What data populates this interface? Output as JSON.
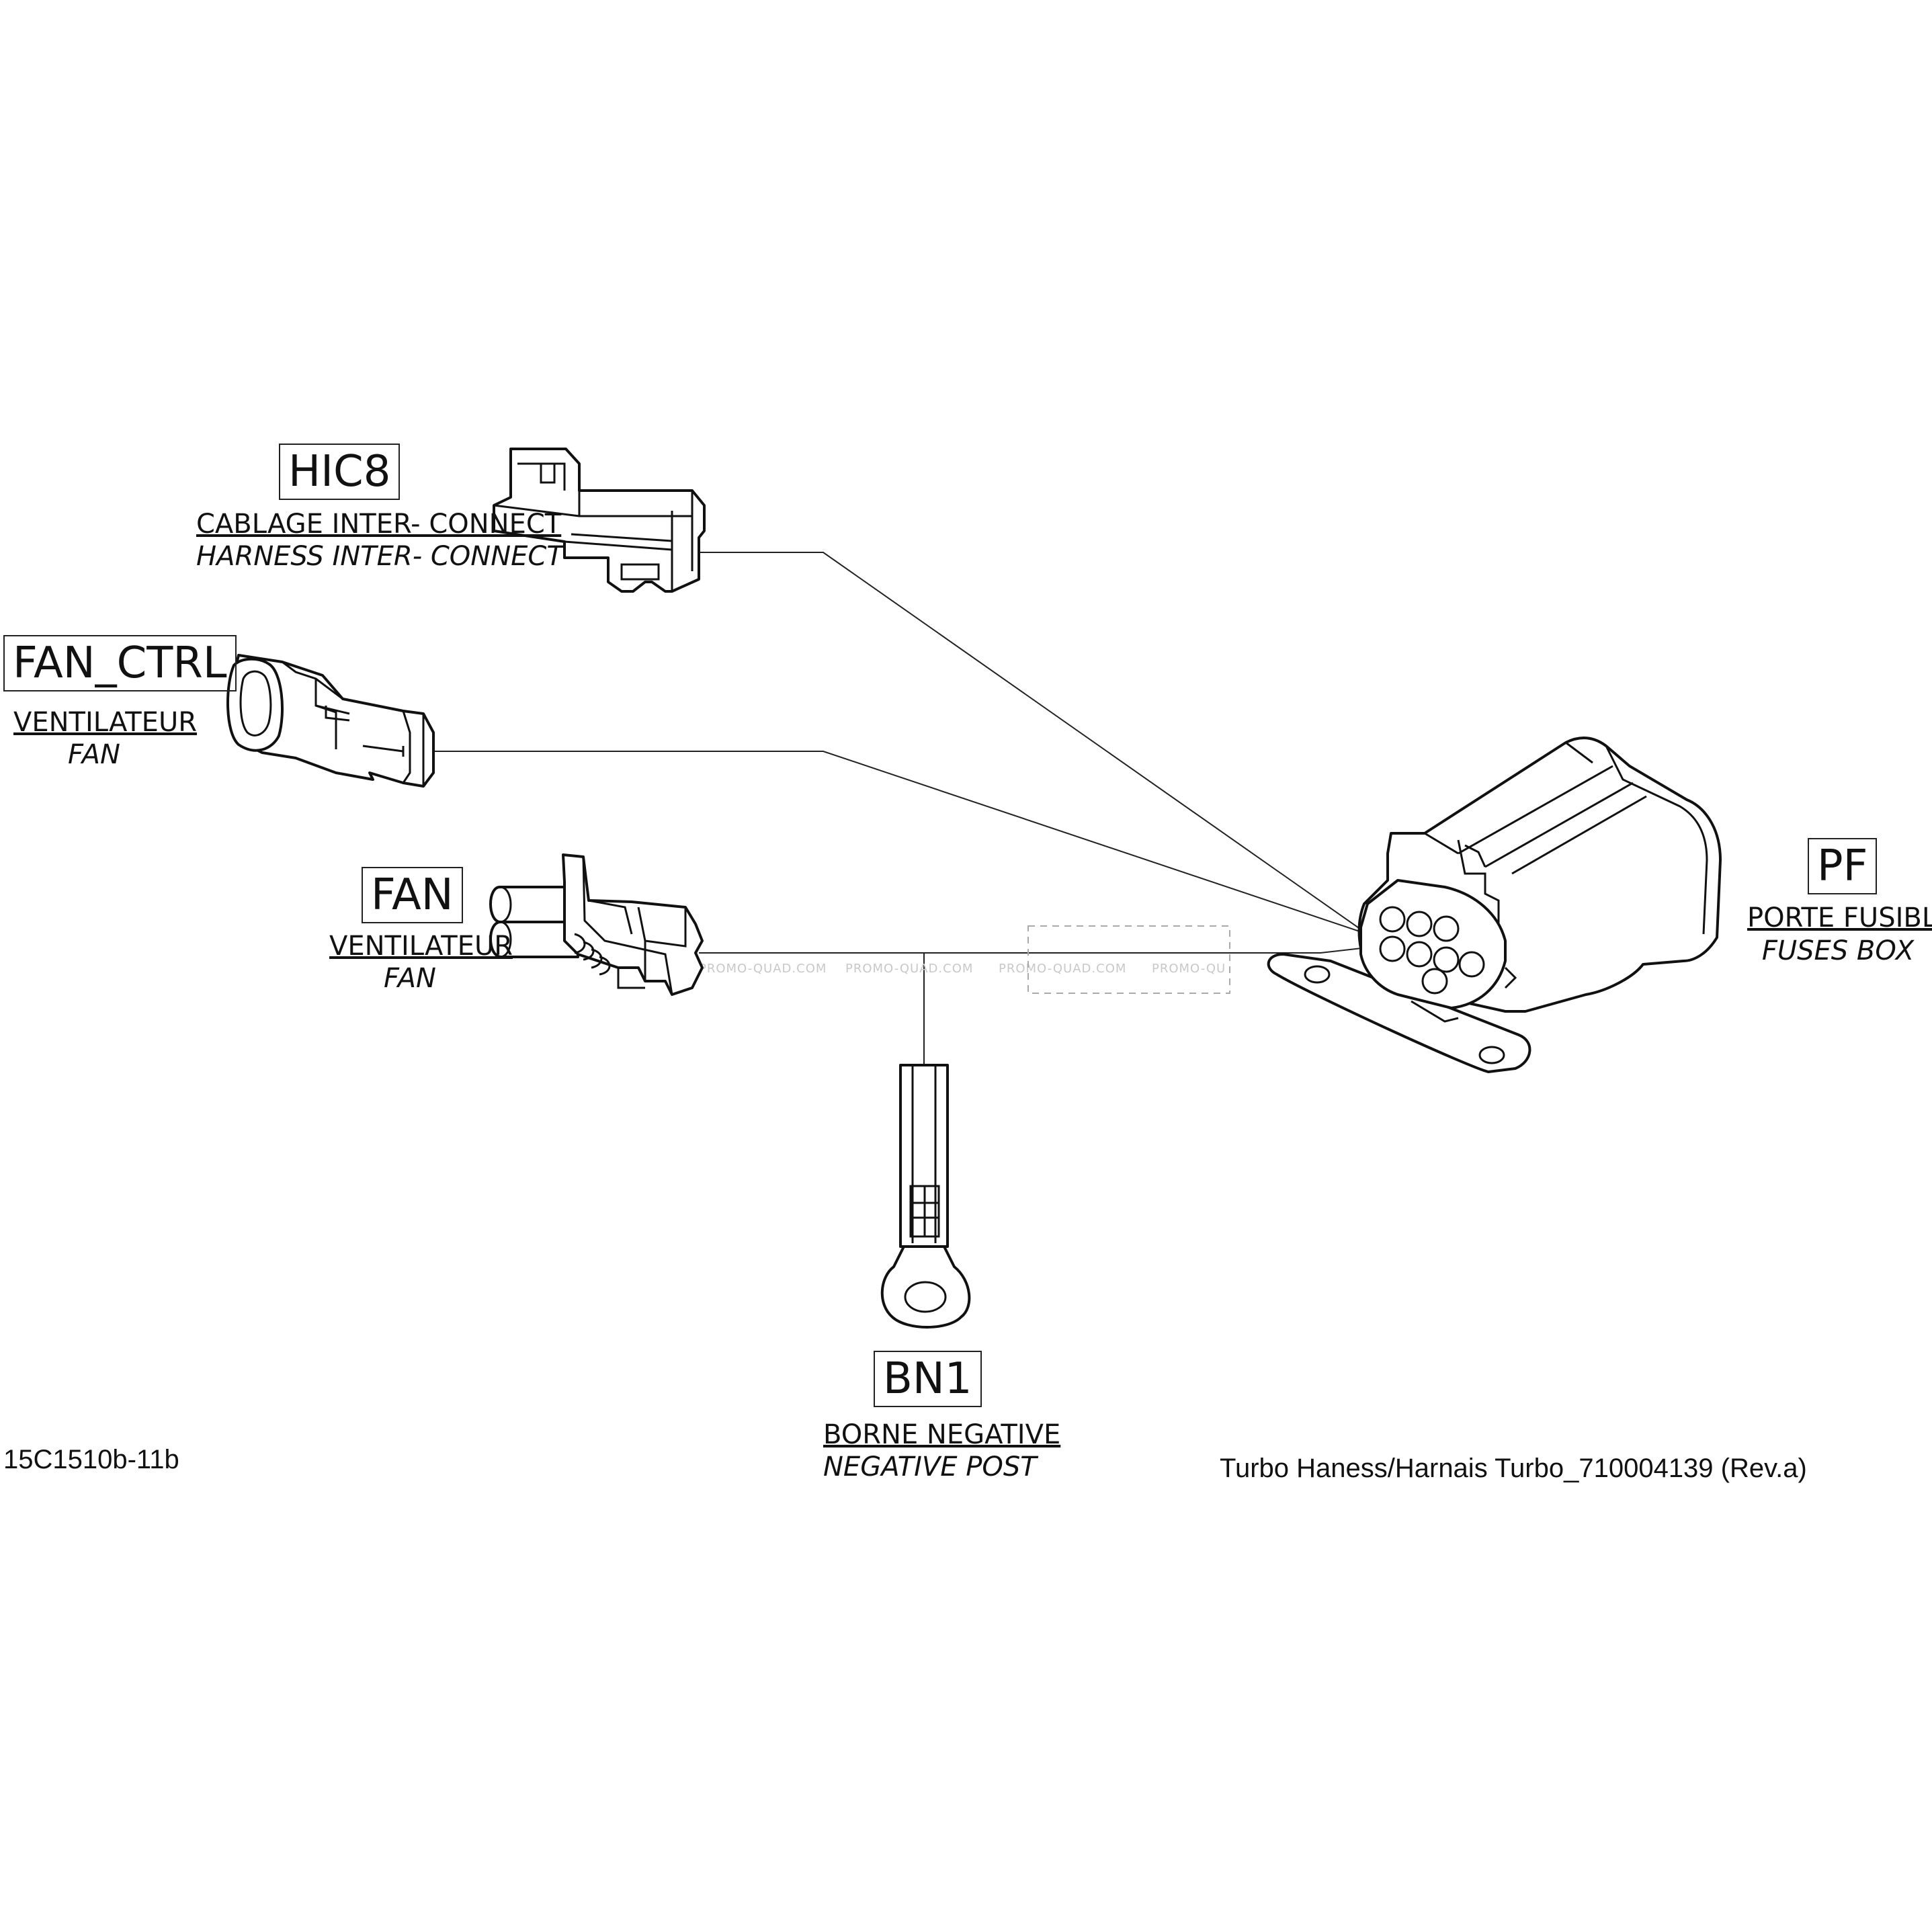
{
  "connectors": {
    "hic8": {
      "code": "HIC8",
      "fr": "CABLAGE INTER-  CONNECT",
      "en": "HARNESS INTER-  CONNECT"
    },
    "fan_ctrl": {
      "code": "FAN_CTRL",
      "fr": "VENTILATEUR",
      "en": "FAN"
    },
    "fan": {
      "code": "FAN",
      "fr": "VENTILATEUR",
      "en": "FAN"
    },
    "pf": {
      "code": "PF",
      "fr": "PORTE FUSIBLES",
      "en": "FUSES BOX"
    },
    "bn1": {
      "code": "BN1",
      "fr": "BORNE NEGATIVE",
      "en": "NEGATIVE POST"
    }
  },
  "footer": {
    "diagram_id": "15C1510b-11b",
    "title": "Turbo Haness/Harnais Turbo_710004139 (Rev.a)"
  },
  "watermark": {
    "text": "PROMO-QUAD.COM",
    "text_cut": "PROMO-QU"
  }
}
